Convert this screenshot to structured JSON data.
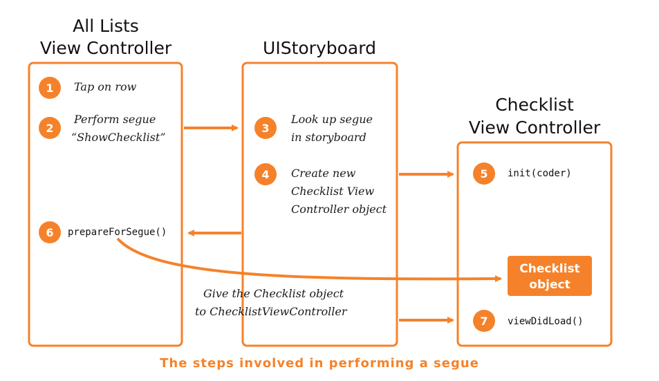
{
  "colors": {
    "accent": "#f5822a",
    "text": "#111111",
    "background": "#ffffff"
  },
  "columns": {
    "all_lists": {
      "title_line1": "All Lists",
      "title_line2": "View Controller"
    },
    "storyboard": {
      "title": "UIStoryboard"
    },
    "checklist": {
      "title_line1": "Checklist",
      "title_line2": "View Controller"
    }
  },
  "steps": {
    "s1": {
      "number": "1",
      "line1": "Tap on row"
    },
    "s2": {
      "number": "2",
      "line1": "Perform segue",
      "line2": "“ShowChecklist”"
    },
    "s3": {
      "number": "3",
      "line1": "Look up segue",
      "line2": "in storyboard"
    },
    "s4": {
      "number": "4",
      "line1": "Create new",
      "line2": "Checklist View",
      "line3": "Controller object"
    },
    "s5": {
      "number": "5",
      "code": "init(coder)"
    },
    "s6": {
      "number": "6",
      "code": "prepareForSegue()"
    },
    "s7": {
      "number": "7",
      "code": "viewDidLoad()"
    }
  },
  "checklist_object": {
    "line1": "Checklist",
    "line2": "object"
  },
  "give_note": {
    "line1": "Give the Checklist object",
    "line2": "to ChecklistViewController"
  },
  "caption": "The steps involved in performing a segue"
}
